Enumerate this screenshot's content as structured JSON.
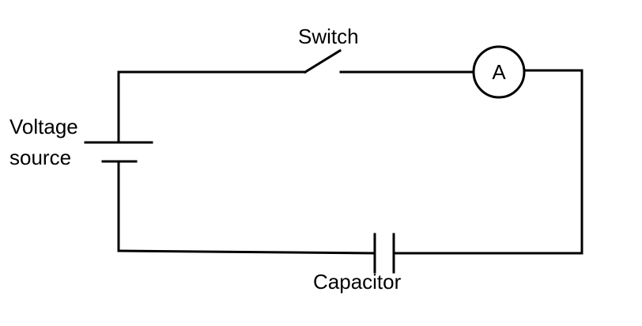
{
  "diagram": {
    "labels": {
      "switch": "Switch",
      "voltage_source_line1": "Voltage",
      "voltage_source_line2": "source",
      "capacitor": "Capacitor",
      "ammeter": "A"
    },
    "colors": {
      "wire": "#000000",
      "background": "#ffffff"
    }
  }
}
